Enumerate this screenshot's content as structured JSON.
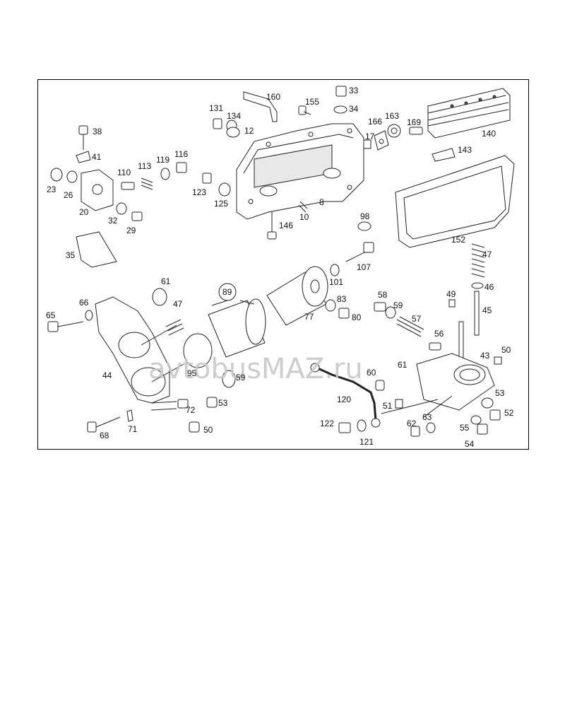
{
  "watermark": "avtobusMAZ.ru",
  "labels": {
    "l160": "160",
    "l33": "33",
    "l155": "155",
    "l34": "34",
    "l131": "131",
    "l134": "134",
    "l12": "12",
    "l17": "17",
    "l166": "166",
    "l163": "163",
    "l169": "169",
    "l140": "140",
    "l38": "38",
    "l41": "41",
    "l143": "143",
    "l110": "110",
    "l113": "113",
    "l119": "119",
    "l116": "116",
    "l23": "23",
    "l26": "26",
    "l123": "123",
    "l125": "125",
    "l8": "8",
    "l20": "20",
    "l32": "32",
    "l29": "29",
    "l10": "10",
    "l146": "146",
    "l98": "98",
    "l152": "152",
    "l35": "35",
    "l47a": "47",
    "l107": "107",
    "l46": "46",
    "l61a": "61",
    "l89": "89",
    "l101": "101",
    "l83": "83",
    "l58": "58",
    "l49": "49",
    "l45": "45",
    "l66": "66",
    "l47b": "47",
    "l65": "65",
    "l77": "77",
    "l80": "80",
    "l59a": "59",
    "l57": "57",
    "l56": "56",
    "l43": "43",
    "l50a": "50",
    "l44": "44",
    "l95": "95",
    "l59b": "59",
    "l60": "60",
    "l61b": "61",
    "l120": "120",
    "l53a": "53",
    "l53b": "53",
    "l51": "51",
    "l72": "72",
    "l52": "52",
    "l68": "68",
    "l71": "71",
    "l50b": "50",
    "l122": "122",
    "l121": "121",
    "l62": "62",
    "l63": "63",
    "l55": "55",
    "l54": "54"
  }
}
